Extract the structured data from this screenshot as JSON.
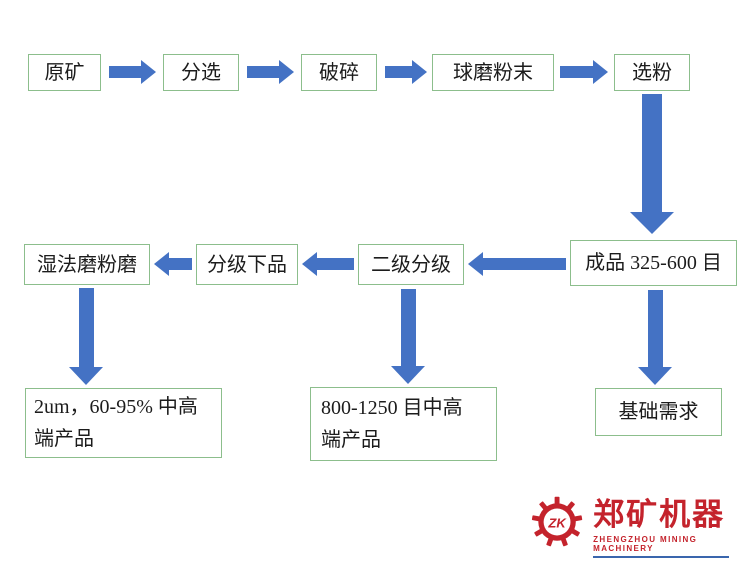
{
  "flow": {
    "row1": {
      "raw_ore": "原矿",
      "sorting": "分选",
      "crushing": "破碎",
      "ball_mill_powder": "球磨粉末",
      "powder_selection": "选粉"
    },
    "row2": {
      "finished_product": "成品 325-600 目",
      "secondary_grading": "二级分级",
      "grading_lower": "分级下品",
      "wet_grinding_mill": "湿法磨粉磨"
    },
    "row3": {
      "fine_product": "2um，60-95% 中高端产品",
      "mid_product": "800-1250 目中高端产品",
      "basic_demand": "基础需求"
    }
  },
  "logo": {
    "monogram": "ZK",
    "company": "郑矿机器",
    "tagline": "ZHENGZHOU MINING MACHINERY"
  },
  "colors": {
    "arrow_blue": "#4472c4",
    "box_border_green": "#8cbe8c",
    "logo_red": "#c4232c",
    "text": "#1c1c1c"
  }
}
